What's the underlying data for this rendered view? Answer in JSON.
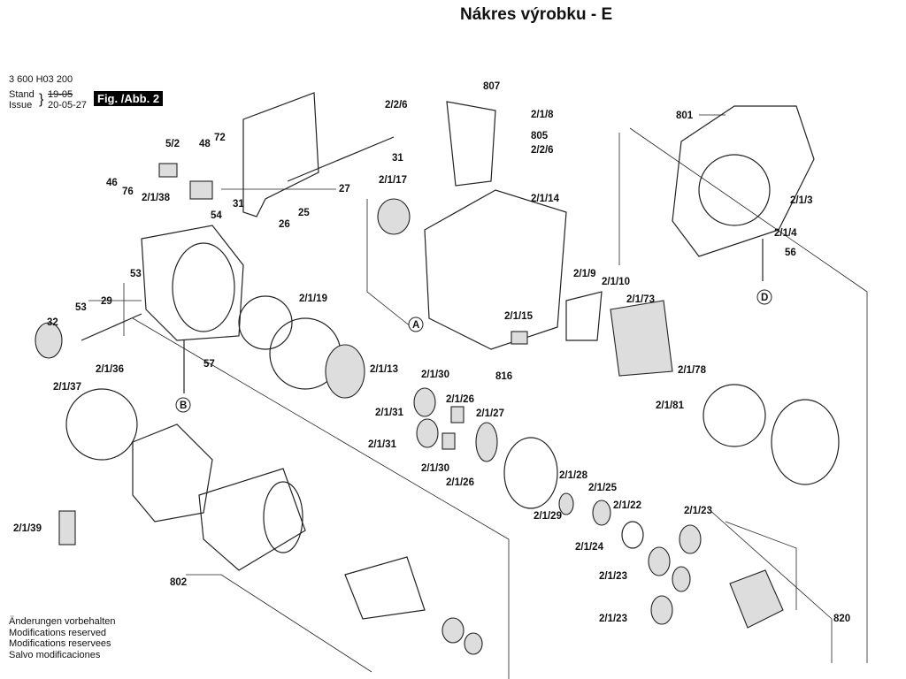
{
  "title": "Nákres výrobku - E",
  "header": {
    "part_number": "3 600 H03 200",
    "stand_label": "Stand",
    "issue_label": "Issue",
    "old_date": "19-05",
    "date": "20-05-27",
    "figure": "Fig. /Abb. 2"
  },
  "notes": [
    "Änderungen vorbehalten",
    "Modifications reserved",
    "Modifications reservees",
    "Salvo modificaciones"
  ],
  "markers": [
    "A",
    "B",
    "D"
  ],
  "labels": [
    "807",
    "2/2/6",
    "2/1/8",
    "801",
    "805",
    "2/2/6",
    "5/2",
    "48",
    "72",
    "31",
    "2/1/17",
    "27",
    "46",
    "76",
    "2/1/38",
    "31",
    "25",
    "2/1/14",
    "2/1/3",
    "54",
    "26",
    "2/1/4",
    "56",
    "53",
    "2/1/19",
    "2/1/9",
    "2/1/10",
    "2/1/73",
    "29",
    "53",
    "32",
    "2/1/15",
    "57",
    "2/1/13",
    "2/1/30",
    "816",
    "2/1/78",
    "2/1/36",
    "2/1/37",
    "2/1/26",
    "2/1/81",
    "2/1/31",
    "2/1/27",
    "2/1/31",
    "2/1/30",
    "2/1/26",
    "2/1/28",
    "2/1/25",
    "2/1/22",
    "2/1/29",
    "2/1/23",
    "2/1/39",
    "2/1/24",
    "802",
    "2/1/23",
    "2/1/23",
    "820"
  ]
}
